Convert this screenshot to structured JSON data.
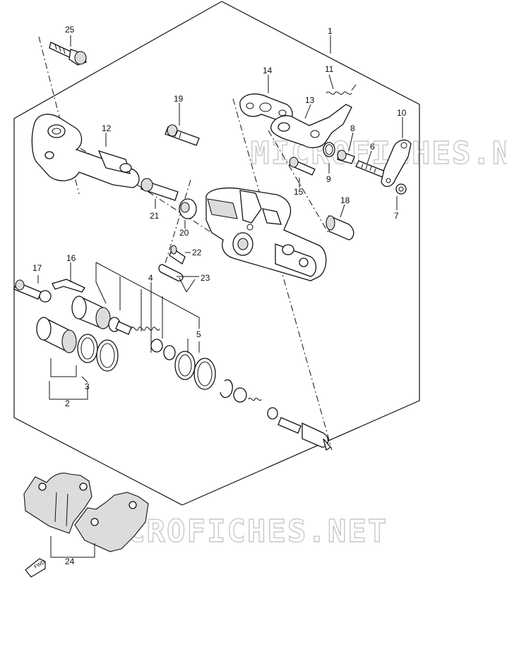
{
  "watermark": "MICROFICHES.NET",
  "fwd_label": "FWD",
  "callouts": [
    "1",
    "2",
    "3",
    "4",
    "5",
    "6",
    "7",
    "8",
    "9",
    "10",
    "11",
    "12",
    "13",
    "14",
    "15",
    "16",
    "17",
    "18",
    "19",
    "20",
    "21",
    "22",
    "23",
    "24",
    "25"
  ]
}
